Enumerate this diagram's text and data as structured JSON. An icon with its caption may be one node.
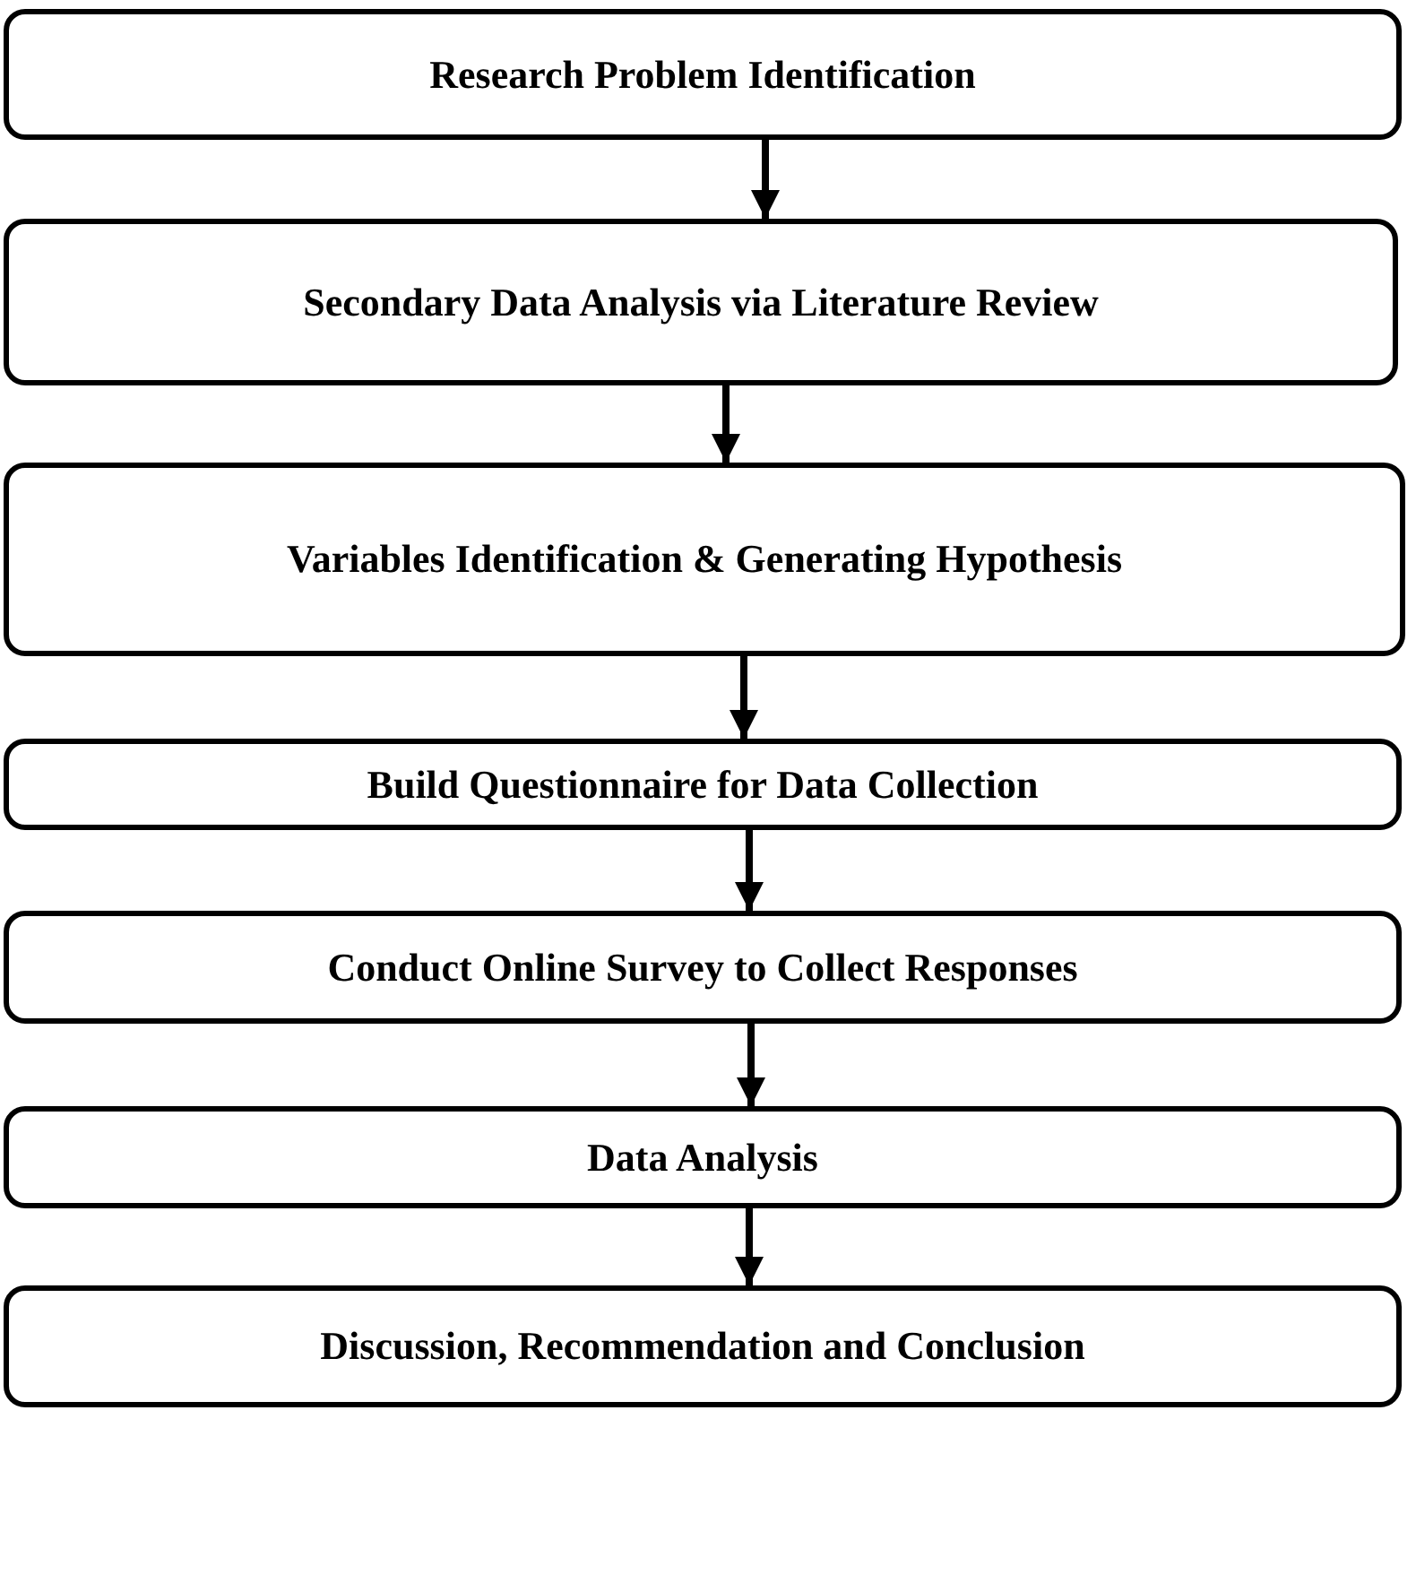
{
  "diagram": {
    "nodes": [
      {
        "text": [
          "Research Problem Identification"
        ]
      },
      {
        "text": [
          "Secondary Data Analysis via Literature Review"
        ]
      },
      {
        "text": [
          "Variables Identification & Generating Hypothesis"
        ]
      },
      {
        "text": [
          "Build Questionnaire for Data Collection"
        ]
      },
      {
        "text": [
          "Conduct Online Survey to Collect Responses"
        ]
      },
      {
        "text": [
          "Data Analysis"
        ]
      },
      {
        "text": [
          "Discussion, Recommendation and Conclusion"
        ]
      }
    ],
    "edges": [
      {
        "from": 0,
        "to": 1,
        "arrow": "to"
      },
      {
        "from": 1,
        "to": 2,
        "arrow": "to"
      },
      {
        "from": 2,
        "to": 3,
        "arrow": "to"
      },
      {
        "from": 3,
        "to": 4,
        "arrow": "to"
      },
      {
        "from": 4,
        "to": 5,
        "arrow": "to"
      },
      {
        "from": 5,
        "to": 6,
        "arrow": "to"
      }
    ]
  }
}
